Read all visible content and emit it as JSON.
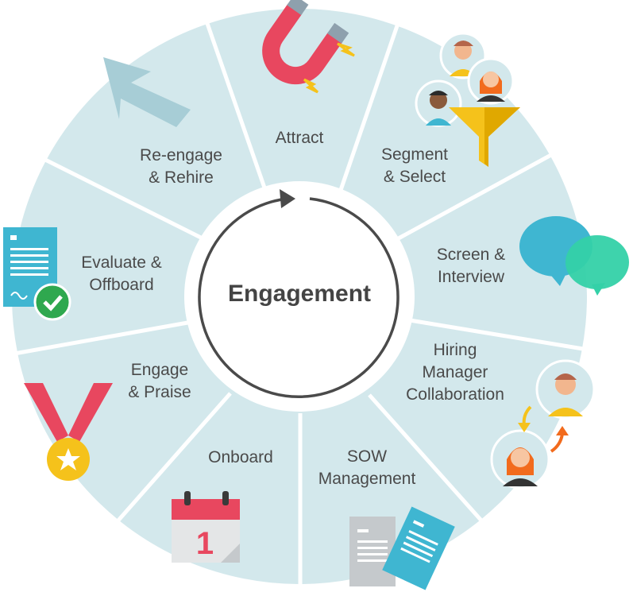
{
  "center": {
    "title": "Engagement"
  },
  "stages": [
    {
      "id": "attract",
      "lines": [
        "Attract"
      ]
    },
    {
      "id": "segment-select",
      "lines": [
        "Segment",
        "& Select"
      ]
    },
    {
      "id": "screen-interview",
      "lines": [
        "Screen &",
        "Interview"
      ]
    },
    {
      "id": "hiring-manager",
      "lines": [
        "Hiring",
        "Manager",
        "Collaboration"
      ]
    },
    {
      "id": "sow",
      "lines": [
        "SOW",
        "Management"
      ]
    },
    {
      "id": "onboard",
      "lines": [
        "Onboard"
      ]
    },
    {
      "id": "engage-praise",
      "lines": [
        "Engage",
        "& Praise"
      ]
    },
    {
      "id": "evaluate-offboard",
      "lines": [
        "Evaluate &",
        "Offboard"
      ]
    },
    {
      "id": "reengage-rehire",
      "lines": [
        "Re-engage",
        "& Rehire"
      ]
    }
  ],
  "calendar": {
    "day": "1"
  },
  "colors": {
    "ring": "#d3e8ec",
    "divider": "#ffffff",
    "center_stroke": "#4a4a4a",
    "text": "#4a4a4a"
  },
  "icons": [
    "magnet-icon",
    "people-funnel-icon",
    "chat-bubbles-icon",
    "manager-swap-icon",
    "documents-icon",
    "calendar-icon",
    "medal-icon",
    "approved-document-icon",
    "return-arrow-icon"
  ]
}
